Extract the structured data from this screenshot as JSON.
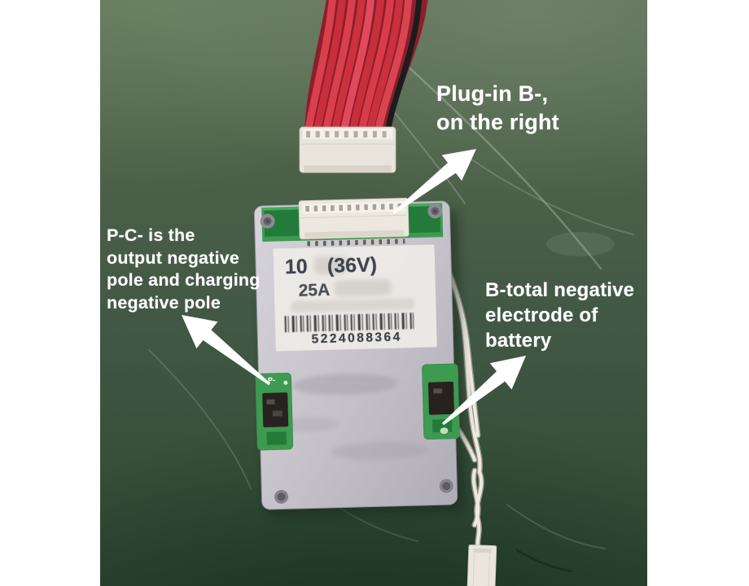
{
  "photo_annotations": {
    "plug_in_b": "Plug-in B-,\non the right",
    "pc_output": "P-C- is the\noutput negative\npole and charging\nnegative pole",
    "b_total": "B-total negative\nelectrode of\nbattery"
  },
  "board": {
    "label": {
      "capacity": "10",
      "voltage": "(36V)",
      "current": "25A",
      "serial": "5224088364"
    },
    "silkscreen": {
      "p_minus": "P-"
    }
  },
  "colors": {
    "table_green": "#415845",
    "pcb_green": "#3a9b4e",
    "wire_red": "#d8333f",
    "aluminum_cover": "#c7c3cb",
    "annotation_text": "#ffffff"
  }
}
